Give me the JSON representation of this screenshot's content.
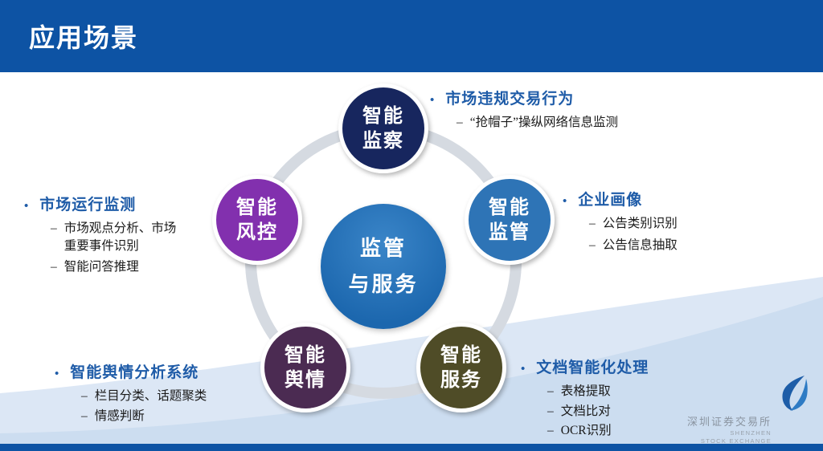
{
  "header": {
    "title": "应用场景"
  },
  "diagram": {
    "center": {
      "label": "监管\n与服务",
      "color": "#1f70b7"
    },
    "nodes": [
      {
        "id": "intelligent-surveillance",
        "label": "智能\n监察",
        "color": "#17265e"
      },
      {
        "id": "intelligent-supervision",
        "label": "智能\n监管",
        "color": "#2e74b6"
      },
      {
        "id": "intelligent-risk-control",
        "label": "智能\n风控",
        "color": "#8230ae"
      },
      {
        "id": "intelligent-public-opinion",
        "label": "智能\n舆情",
        "color": "#4b2b52"
      },
      {
        "id": "intelligent-service",
        "label": "智能\n服务",
        "color": "#4f4c27"
      }
    ]
  },
  "annotations": [
    {
      "heading": "市场违规交易行为",
      "items": [
        "“抢帽子”操纵网络信息监测"
      ]
    },
    {
      "heading": "企业画像",
      "items": [
        "公告类别识别",
        "公告信息抽取"
      ]
    },
    {
      "heading": "市场运行监测",
      "items": [
        "市场观点分析、市场重要事件识别",
        "智能问答推理"
      ]
    },
    {
      "heading": "智能舆情分析系统",
      "items": [
        "栏目分类、话题聚类",
        "情感判断"
      ]
    },
    {
      "heading": "文档智能化处理",
      "items": [
        "表格提取",
        "文档比对",
        "OCR识别"
      ]
    }
  ],
  "markers": {
    "bullet": "•",
    "dash": "–"
  },
  "logo": {
    "cn": "深圳证券交易所",
    "en_line1": "SHENZHEN",
    "en_line2": "STOCK EXCHANGE"
  },
  "colors": {
    "header_blue": "#0d53a4",
    "accent_text": "#1f5ca8",
    "ring_gray": "#d5dae1",
    "wave_light": "#dce7f5",
    "wave_mid": "#c9dbef"
  }
}
